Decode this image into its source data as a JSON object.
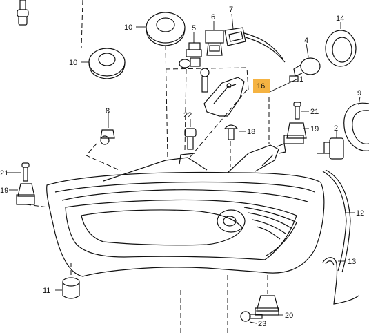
{
  "callouts": [
    {
      "id": "c1",
      "text": "1"
    },
    {
      "id": "c2",
      "text": "2"
    },
    {
      "id": "c4",
      "text": "4"
    },
    {
      "id": "c5",
      "text": "5"
    },
    {
      "id": "c6",
      "text": "6"
    },
    {
      "id": "c7",
      "text": "7"
    },
    {
      "id": "c8",
      "text": "8"
    },
    {
      "id": "c9",
      "text": "9"
    },
    {
      "id": "c10a",
      "text": "10"
    },
    {
      "id": "c10b",
      "text": "10"
    },
    {
      "id": "c11",
      "text": "11"
    },
    {
      "id": "c12",
      "text": "12"
    },
    {
      "id": "c13",
      "text": "13"
    },
    {
      "id": "c14",
      "text": "14"
    },
    {
      "id": "c16",
      "text": "16"
    },
    {
      "id": "c18",
      "text": "18"
    },
    {
      "id": "c19a",
      "text": "19"
    },
    {
      "id": "c19b",
      "text": "19"
    },
    {
      "id": "c20",
      "text": "20"
    },
    {
      "id": "c21a",
      "text": "21"
    },
    {
      "id": "c21b",
      "text": "21"
    },
    {
      "id": "c22",
      "text": "22"
    },
    {
      "id": "c23",
      "text": "23"
    }
  ],
  "highlight": {
    "callout": "16",
    "color": "#f5b342"
  }
}
